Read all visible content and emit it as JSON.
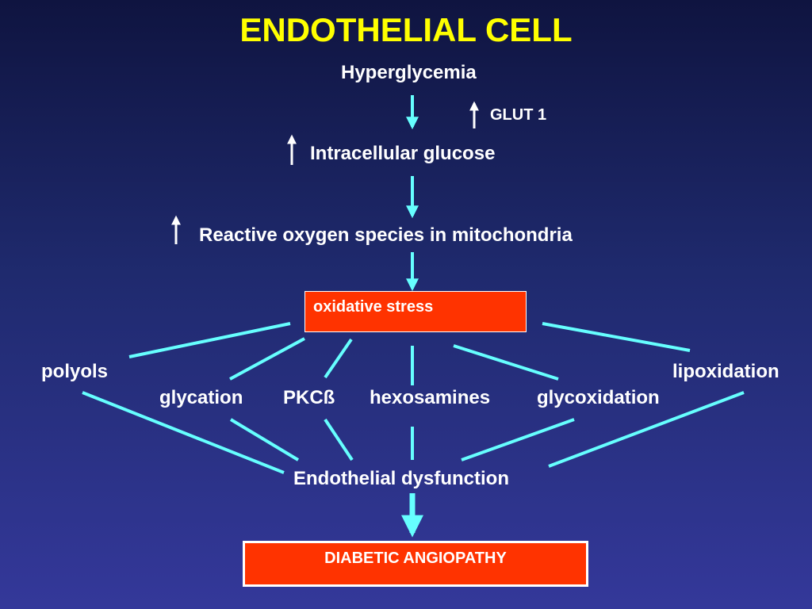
{
  "title": "ENDOTHELIAL  CELL",
  "nodes": {
    "hyperglycemia": "Hyperglycemia",
    "glut1": "GLUT 1",
    "intracellular_glucose": "Intracellular glucose",
    "reactive_oxygen": "Reactive oxygen species in mitochondria",
    "oxidative_stress": "oxidative stress",
    "polyols": "polyols",
    "lipoxidation": "lipoxidation",
    "glycation": "glycation",
    "pkc": "PKCß",
    "hexosamines": "hexosamines",
    "glycoxidation": "glycoxidation",
    "endothelial_dysfunction": "Endothelial dysfunction",
    "diabetic_angiopathy": "DIABETIC  ANGIOPATHY"
  },
  "colors": {
    "title": "#ffff00",
    "text": "#ffffff",
    "arrow": "#66ffff",
    "box_fill": "#ff3300",
    "background_top": "#0f1440",
    "background_bottom": "#34389a"
  },
  "icons": {
    "increase_marker": "up-arrow-icon",
    "flow_marker": "down-arrow-icon"
  }
}
